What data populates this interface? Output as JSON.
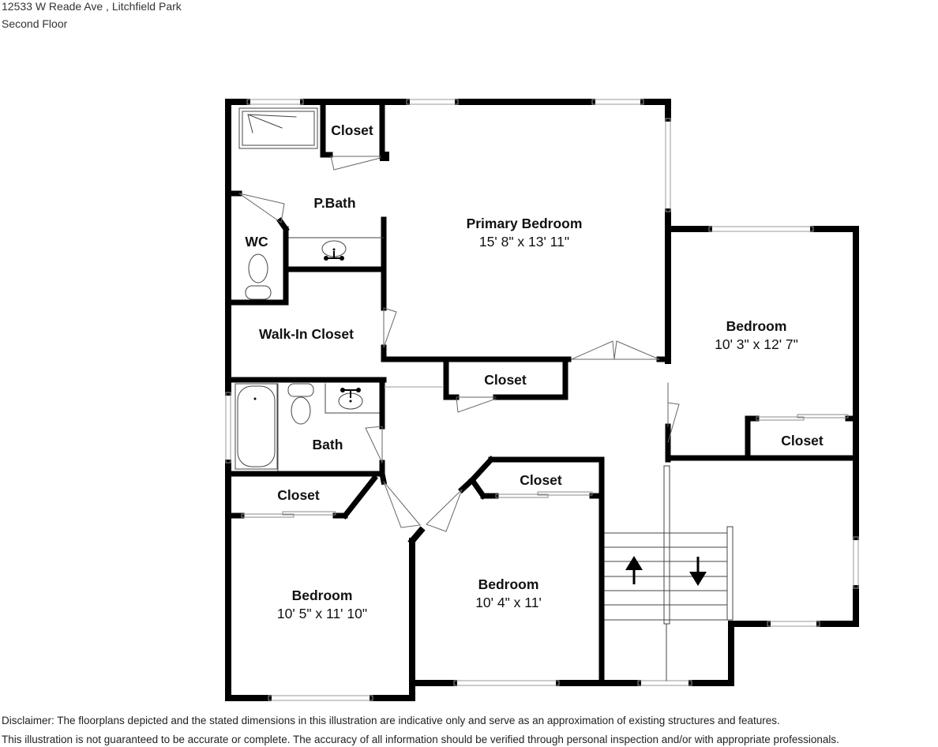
{
  "header": {
    "address": "12533 W Reade Ave , Litchfield Park",
    "floor": "Second Floor"
  },
  "rooms": [
    {
      "label": "Closet",
      "dims": ""
    },
    {
      "label": "P.Bath",
      "dims": ""
    },
    {
      "label": "WC",
      "dims": ""
    },
    {
      "label": "Primary Bedroom",
      "dims": "15' 8\" x 13' 11\""
    },
    {
      "label": "Walk-In Closet",
      "dims": ""
    },
    {
      "label": "Bedroom",
      "dims": "10' 3\" x 12' 7\""
    },
    {
      "label": "Closet",
      "dims": ""
    },
    {
      "label": "Closet",
      "dims": ""
    },
    {
      "label": "Bath",
      "dims": ""
    },
    {
      "label": "Closet",
      "dims": ""
    },
    {
      "label": "Closet",
      "dims": ""
    },
    {
      "label": "Bedroom",
      "dims": "10' 5\" x 11' 10\""
    },
    {
      "label": "Bedroom",
      "dims": "10' 4\" x 11'"
    }
  ],
  "stairs": {
    "up_icon": "arrow-up-icon",
    "down_icon": "arrow-down-icon"
  },
  "disclaimer": {
    "line1": "Disclaimer: The floorplans depicted and the stated dimensions in this illustration are indicative only and serve as an approximation of existing structures and features.",
    "line2": "This illustration is not guaranteed to be accurate or complete. The accuracy of all information should be verified through personal inspection and/or with appropriate professionals."
  }
}
